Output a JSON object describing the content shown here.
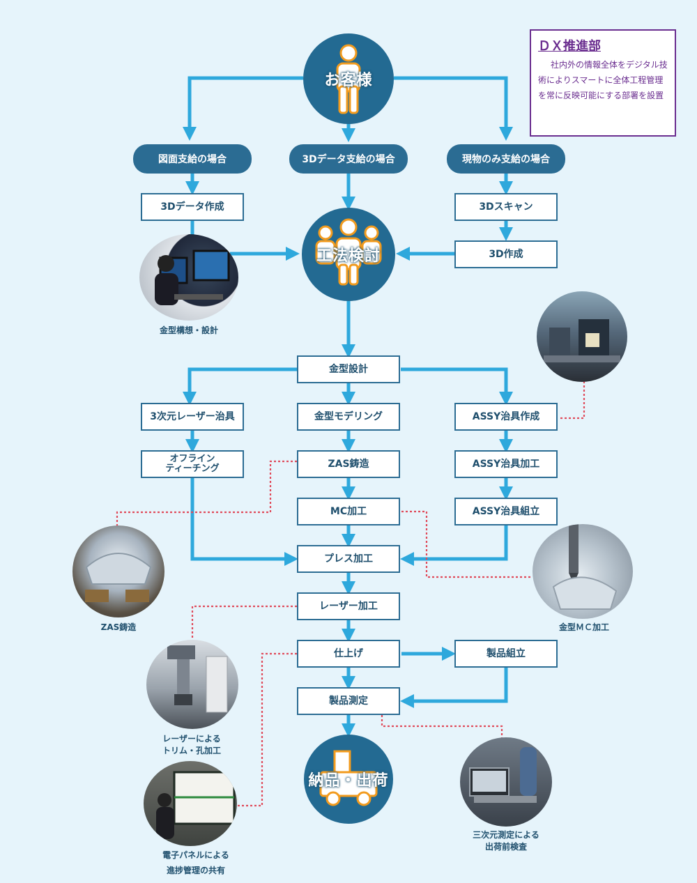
{
  "hubs": {
    "customer": "お客様",
    "method_review": "工法検討",
    "delivery": "納品・出荷"
  },
  "supply_cases": {
    "drawing": "図面支給の場合",
    "data_3d": "3Dデータ支給の場合",
    "physical": "現物のみ支給の場合"
  },
  "steps": {
    "create_3d_data": "3Dデータ作成",
    "scan_3d": "3Dスキャン",
    "create_3d": "3D作成",
    "die_design": "金型設計",
    "laser_jig_3d": "3次元レーザー治具",
    "die_modeling": "金型モデリング",
    "assy_jig_create": "ASSY治具作成",
    "offline_teaching": "オフライン\nティーチング",
    "zas_casting": "ZAS鋳造",
    "assy_jig_machining": "ASSY治具加工",
    "mc_machining": "MC加工",
    "assy_jig_assembly": "ASSY治具組立",
    "press_machining": "プレス加工",
    "laser_machining": "レーザー加工",
    "finishing": "仕上げ",
    "product_assembly": "製品組立",
    "product_measurement": "製品測定"
  },
  "captions": {
    "die_concept_design": "金型構想・設計",
    "zas_casting": "ZAS鋳造",
    "die_mc": "金型ＭＣ加工",
    "laser_trim": "レーザーによる\nトリム・孔加工",
    "panel_sharing": "電子パネルによる\n進捗管理の共有",
    "cmm_inspection": "三次元測定による\n出荷前検査"
  },
  "dx": {
    "title": "ＤＸ推進部",
    "body": "社内外の情報全体をデジタル技術によりスマートに全体工程管理を常に反映可能にする部署を設置"
  },
  "colors": {
    "background": "#e6f4fb",
    "flow_line": "#2ea8dc",
    "node_fill": "#2b6c93",
    "hub_icon": "#f29b1e",
    "dotted_link": "#e04a5a",
    "dx_accent": "#6a2d8f"
  },
  "icons": [
    "person-icon",
    "group-icon",
    "truck-icon"
  ]
}
